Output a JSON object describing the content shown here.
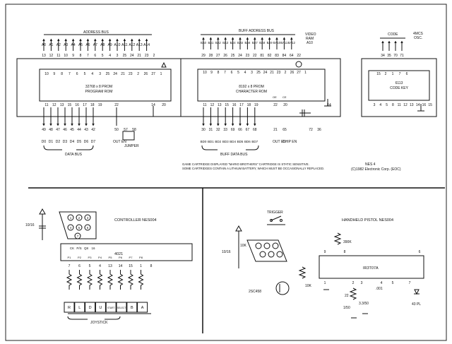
{
  "prom": {
    "address_bus_label": "ADDRESS BUS",
    "address_labels": [
      "A0",
      "A1",
      "A2",
      "A3",
      "A4",
      "A5",
      "A6",
      "A7",
      "A8",
      "A9",
      "A10",
      "A11",
      "A12",
      "A13",
      "A14"
    ],
    "top_pins": [
      "13",
      "12",
      "11",
      "10",
      "9",
      "8",
      "7",
      "6",
      "5",
      "4",
      "3",
      "25",
      "24",
      "21",
      "23",
      "2",
      "26",
      "27",
      "1",
      "28"
    ],
    "box_title1": "32768 x 8 PROM",
    "box_title2": "PROGRAM ROM",
    "inner_top_pins": [
      "10",
      "9",
      "8",
      "7",
      "6",
      "5",
      "4",
      "3",
      "25",
      "24",
      "21",
      "23",
      "2",
      "26",
      "27",
      "1"
    ],
    "inner_bottom_pins": [
      "11",
      "12",
      "13",
      "15",
      "16",
      "17",
      "18",
      "19",
      "22",
      "14",
      "20"
    ],
    "bottom_pins": [
      "49",
      "48",
      "47",
      "46",
      "45",
      "44",
      "43",
      "42",
      "50",
      "57",
      "58"
    ],
    "data_labels": [
      "D0",
      "D1",
      "D2",
      "D3",
      "D4",
      "D5",
      "D6",
      "D7"
    ],
    "out_en_label": "OUT EN",
    "jumper_label": "JUMPER",
    "data_bus_label": "DATA BUS"
  },
  "chr": {
    "address_bus_label": "BUFF ADDRESS BUS",
    "address_labels": [
      "BA0",
      "BA1",
      "BA2",
      "BA3",
      "BA4",
      "BA5",
      "BA6",
      "BA7",
      "BA8",
      "BA9",
      "BA10",
      "BA11",
      "BA12"
    ],
    "top_pins": [
      "29",
      "28",
      "27",
      "26",
      "25",
      "24",
      "23",
      "22",
      "81",
      "82",
      "83",
      "84",
      "64",
      "22"
    ],
    "video_ram_label1": "VIDEO",
    "video_ram_label2": "RAM",
    "video_ram_label3": "A10",
    "box_title1": "8192 x 8 PROM",
    "box_title2": "CHARACTER ROM",
    "inner_top_pins": [
      "10",
      "9",
      "8",
      "7",
      "6",
      "5",
      "4",
      "3",
      "25",
      "24",
      "21",
      "23",
      "2",
      "26",
      "27",
      "1",
      "28"
    ],
    "inner_bottom_pins": [
      "11",
      "12",
      "13",
      "15",
      "16",
      "17",
      "18",
      "19",
      "22",
      "20",
      "14"
    ],
    "bottom_pins": [
      "30",
      "31",
      "32",
      "33",
      "69",
      "66",
      "67",
      "68",
      "21",
      "65",
      "72",
      "36"
    ],
    "data_labels": [
      "BD0",
      "BD1",
      "BD2",
      "BD3",
      "BD4",
      "BD5",
      "BD6",
      "BD7"
    ],
    "out_en_label": "OUT EN",
    "chip_en_label": "CHIP EN",
    "data_bus_label": "BUFF DATA BUS",
    "oe_label": "OE",
    "ce_label": "CE"
  },
  "code": {
    "label": "CODE",
    "osc_label1": "4MCS",
    "osc_label2": "OSC.",
    "top_pins": [
      "34",
      "35",
      "70",
      "71"
    ],
    "box_title1": "6113",
    "box_title2": "CODE KEY",
    "inner_top_pins": [
      "15",
      "2",
      "1",
      "7",
      "6"
    ],
    "inner_bottom_pins": [
      "3",
      "4",
      "5",
      "8",
      "11",
      "12",
      "13",
      "14",
      "16",
      "15"
    ]
  },
  "notes": {
    "line1": "GAME CARTRIDGE DISPLAYED \"MARIO BROTHERS\" CARTRIDGE IS STATIC SENSITIVE.",
    "line2": "SOME CARTRIDGES CONTAIN A LITHIUM BATTERY, WHICH MUST BE OCCASIONALLY REPLACED.",
    "nes_label": "NES 4",
    "copyright": "(C)1982 Electronic Corp. (EOC)"
  },
  "controller": {
    "title": "CONTROLLER NES004",
    "resistor_label": "10/16",
    "ic_name": "4021",
    "ic_top_labels": [
      "CK",
      "P/S",
      "Q8",
      "16"
    ],
    "ic_bottom_pins": [
      "7",
      "6",
      "5",
      "4",
      "13",
      "14",
      "15",
      "1",
      "8"
    ],
    "ic_pin_labels": [
      "P1",
      "P2",
      "P3",
      "P4",
      "P5",
      "P6",
      "P7",
      "P8"
    ],
    "buttons": [
      "R",
      "L",
      "D",
      "U",
      "START",
      "SELECT",
      "B",
      "A"
    ],
    "joystick_label": "JOYSTICK",
    "connector_pins": [
      "1",
      "2",
      "3",
      "4",
      "5",
      "6",
      "7"
    ]
  },
  "pistol": {
    "title": "HANDHELD PISTOL NES004",
    "trigger_label": "TRIGGER",
    "cap_label": "10/16",
    "res1_label": "10K",
    "transistor_label": "2SC458",
    "res2_label": "10K",
    "ic_name": "IR3T07A",
    "res3_label": "390K",
    "res4_label": "22",
    "cap2_label": "1/50",
    "cap3_label": "3.3/50",
    "cap4_label": ".001",
    "diode_label": "43 PL",
    "ic_pins": [
      "9",
      "1",
      "8",
      "2",
      "3",
      "4",
      "5",
      "7",
      "6"
    ]
  }
}
